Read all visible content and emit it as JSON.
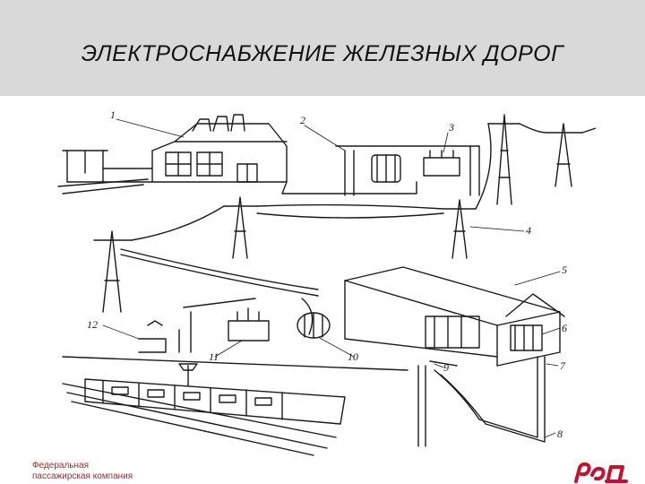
{
  "slide": {
    "title": "ЭЛЕКТРОСНАБЖЕНИЕ ЖЕЛЕЗНЫХ ДОРОГ"
  },
  "diagram": {
    "labels": [
      "1",
      "2",
      "3",
      "4",
      "5",
      "6",
      "7",
      "8",
      "9",
      "10",
      "11",
      "12"
    ]
  },
  "footer": {
    "company_line1": "Федеральная",
    "company_line2": "пассажирская компания",
    "logo_text": "РЖД"
  },
  "colors": {
    "header_bg": "#d9d9d9",
    "brand_red": "#c8102e"
  }
}
